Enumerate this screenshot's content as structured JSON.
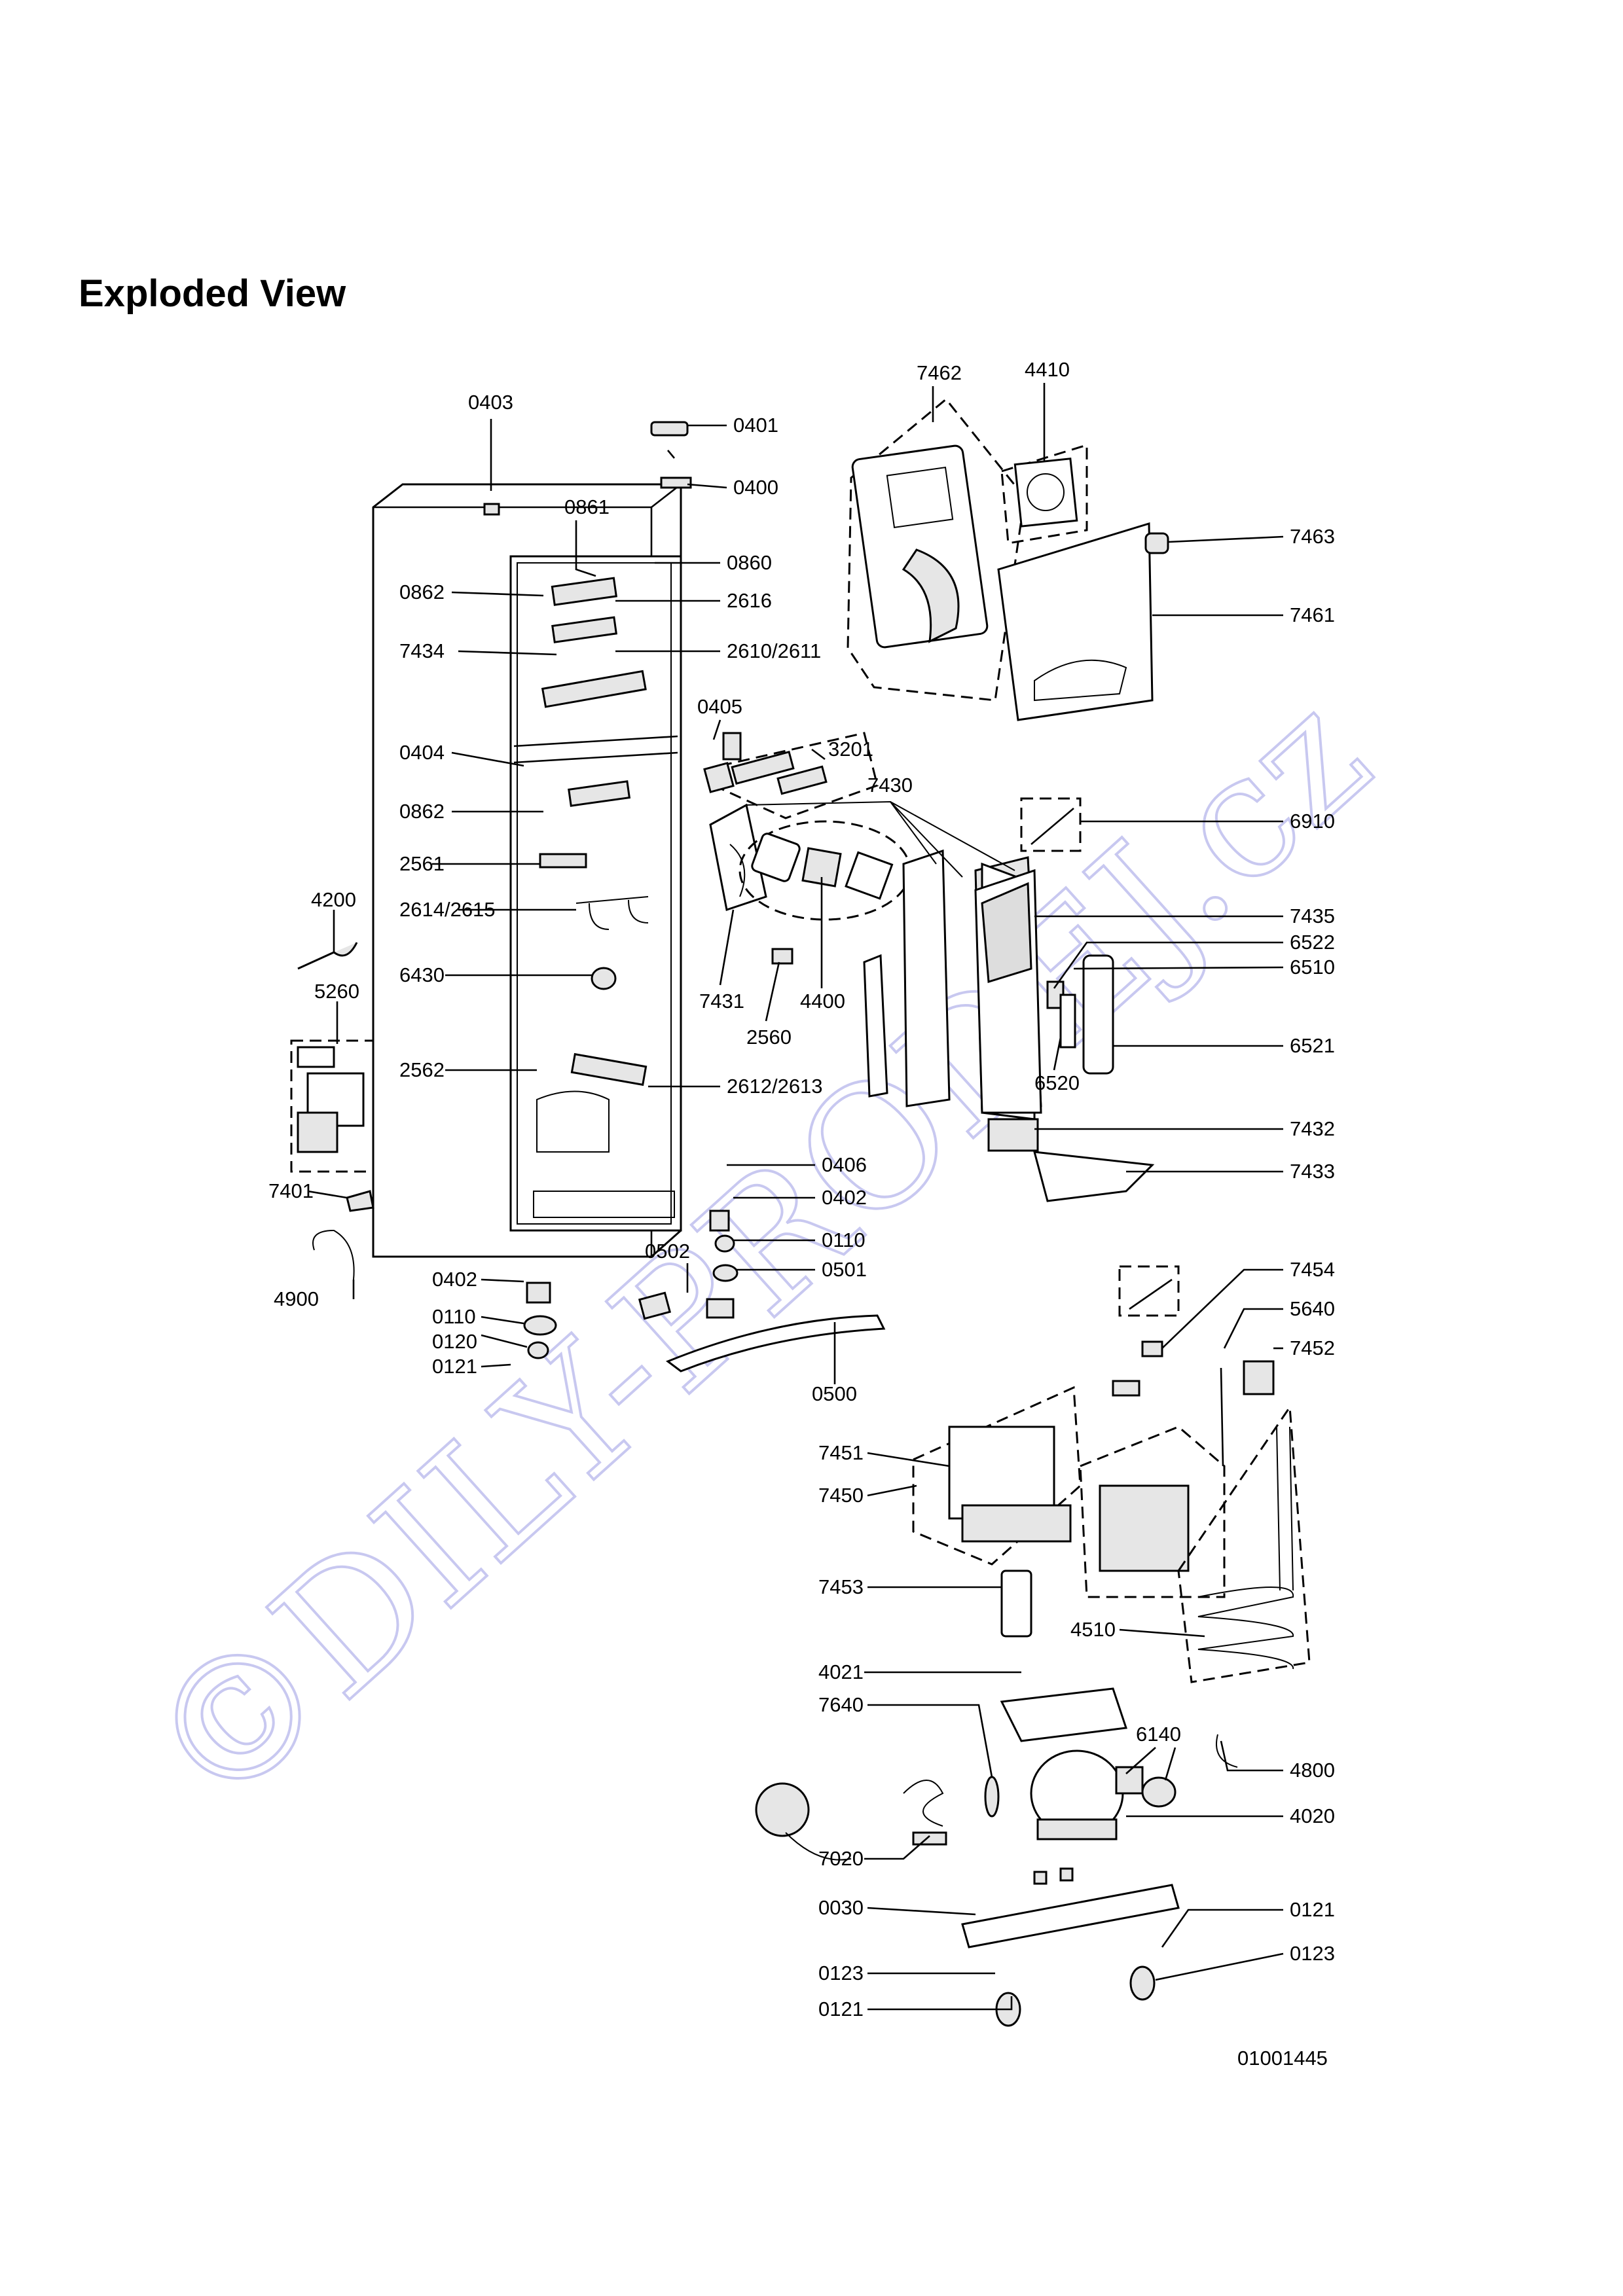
{
  "title": "Exploded View",
  "watermark": "©DILY-PRODEJ.cz",
  "drawing_code": "01001445",
  "callouts": [
    "0403",
    "0401",
    "0400",
    "0861",
    "0860",
    "0862",
    "2616",
    "7434",
    "2610/2611",
    "0405",
    "3201",
    "0404",
    "7430",
    "0862",
    "2561",
    "2614/2615",
    "4200",
    "6430",
    "5260",
    "2562",
    "2612/2613",
    "7431",
    "4400",
    "2560",
    "0406",
    "0402",
    "7401",
    "0110",
    "0502",
    "0501",
    "4900",
    "0402",
    "0110",
    "0120",
    "0121",
    "0500",
    "7462",
    "4410",
    "7463",
    "7461",
    "6910",
    "7435",
    "6522",
    "6510",
    "6521",
    "6520",
    "7432",
    "7433",
    "7454",
    "5640",
    "7452",
    "7451",
    "7450",
    "7453",
    "4510",
    "4021",
    "7640",
    "6140",
    "4800",
    "4020",
    "7020",
    "0030",
    "0121",
    "0123",
    "0123",
    "0121"
  ]
}
